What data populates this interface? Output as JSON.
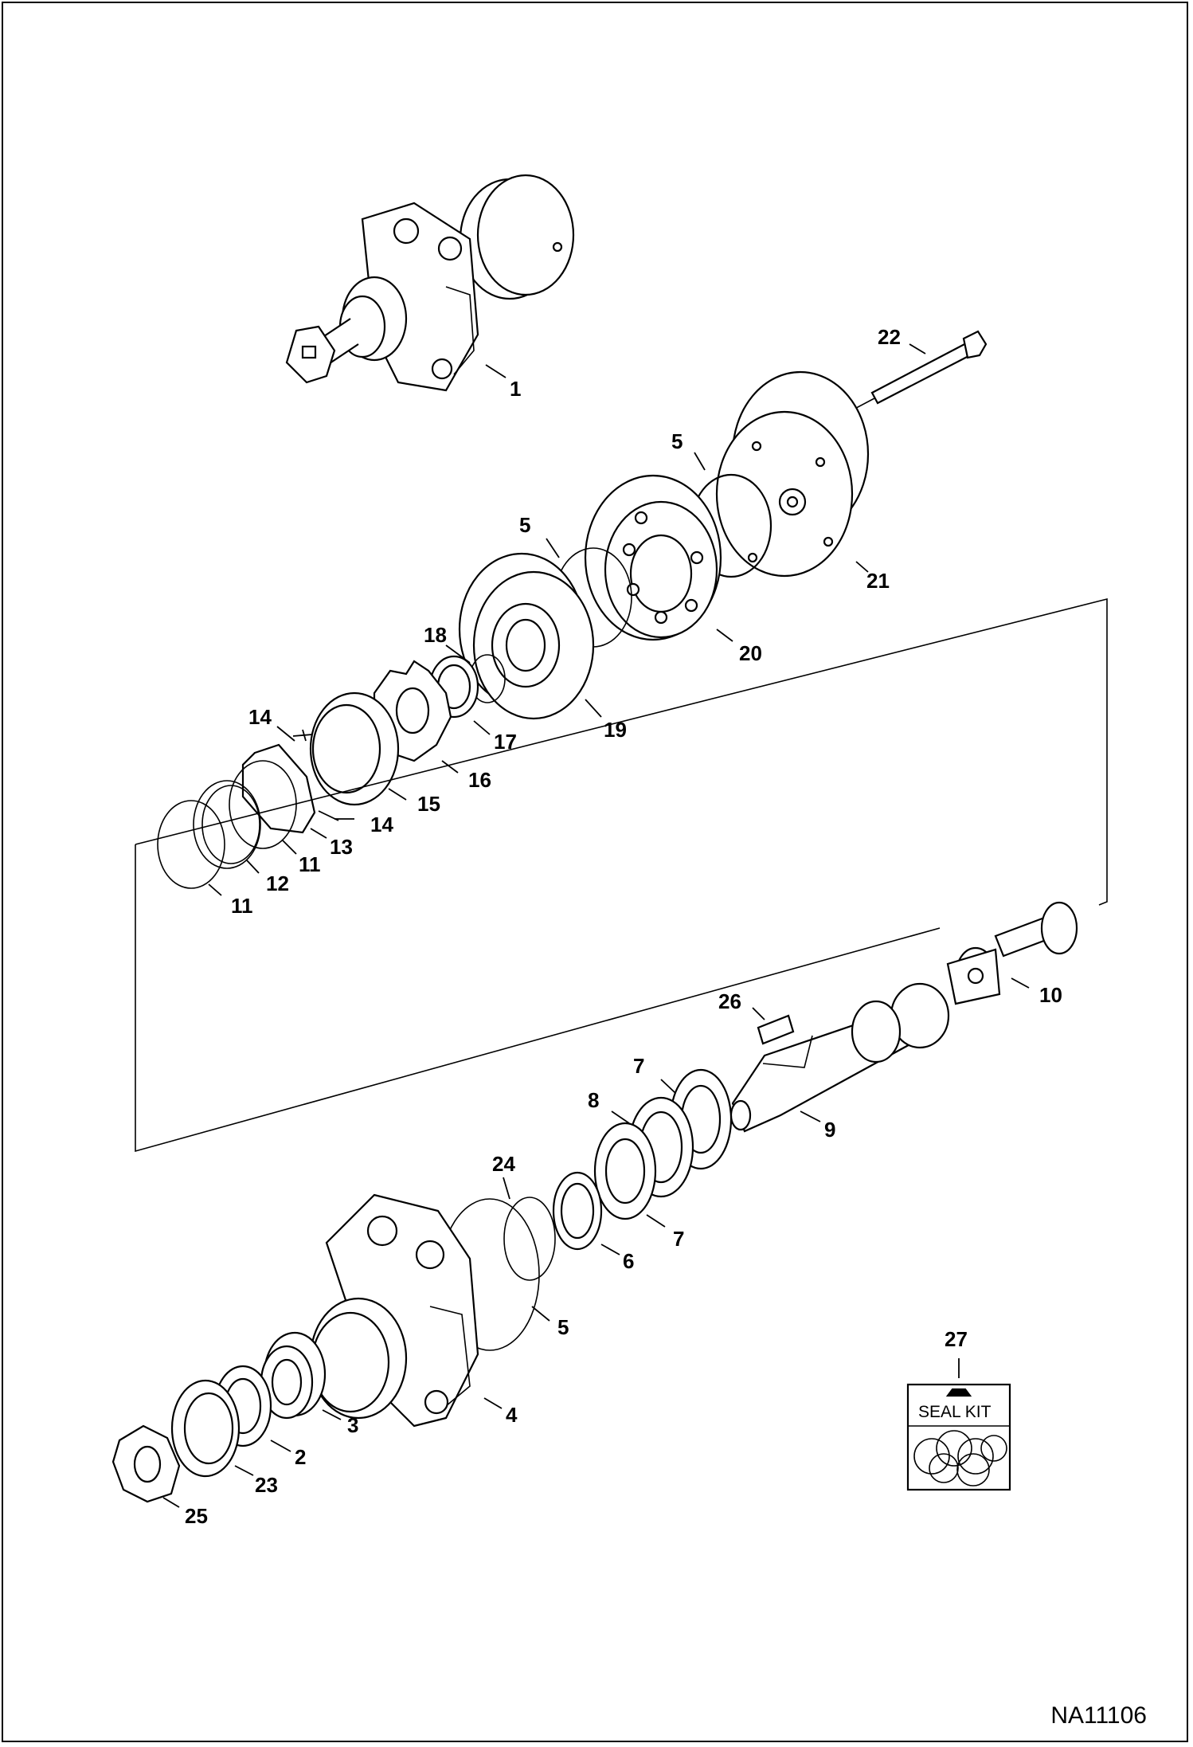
{
  "figure_id": "NA11106",
  "seal_kit_label": "SEAL KIT",
  "callouts": {
    "c1": "1",
    "c2": "2",
    "c3": "3",
    "c4": "4",
    "c5a": "5",
    "c5b": "5",
    "c5c": "5",
    "c6": "6",
    "c7a": "7",
    "c7b": "7",
    "c8": "8",
    "c9": "9",
    "c10": "10",
    "c11a": "11",
    "c11b": "11",
    "c12": "12",
    "c13": "13",
    "c14a": "14",
    "c14b": "14",
    "c15": "15",
    "c16": "16",
    "c17": "17",
    "c18": "18",
    "c19": "19",
    "c20": "20",
    "c21": "21",
    "c22": "22",
    "c23": "23",
    "c24": "24",
    "c25": "25",
    "c26": "26",
    "c27": "27"
  }
}
